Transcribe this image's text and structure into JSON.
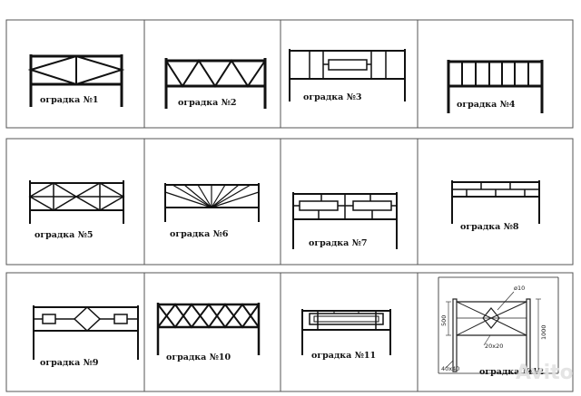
{
  "panels": [
    {
      "id": 1,
      "label": "оградка №1"
    },
    {
      "id": 2,
      "label": "оградка №2"
    },
    {
      "id": 3,
      "label": "оградка №3"
    },
    {
      "id": 4,
      "label": "оградка №4"
    },
    {
      "id": 5,
      "label": "оградка №5"
    },
    {
      "id": 6,
      "label": "оградка №6"
    },
    {
      "id": 7,
      "label": "оградка №7"
    },
    {
      "id": 8,
      "label": "оградка №8"
    },
    {
      "id": 9,
      "label": "оградка №9"
    },
    {
      "id": 10,
      "label": "оградка №10"
    },
    {
      "id": 11,
      "label": "оградка №11"
    },
    {
      "id": 12,
      "label": "оградка №12"
    }
  ],
  "dimensions": {
    "rod": "ø10",
    "height_inner": "500",
    "height_total": "1000",
    "tube_small": "20x20",
    "tube_post": "40x40"
  },
  "watermark": "Avito",
  "colors": {
    "line": "#111111",
    "grid": "#555555",
    "background": "#ffffff"
  }
}
